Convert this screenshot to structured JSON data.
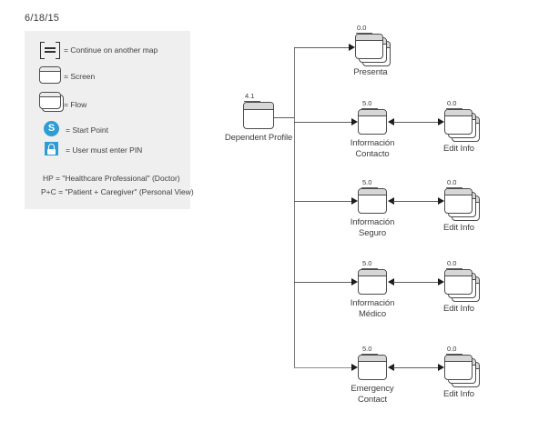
{
  "date": "6/18/15",
  "colors": {
    "accent_blue": "#2e9dd6",
    "legend_bg": "#efefef",
    "line": "#5d5d5d"
  },
  "legend": {
    "items": [
      {
        "icon": "continue-on-another-map-icon",
        "label": "= Continue on another map"
      },
      {
        "icon": "screen-icon",
        "label": "= Screen"
      },
      {
        "icon": "flow-icon",
        "label": "= Flow"
      },
      {
        "icon": "start-point-icon",
        "label": "= Start Point",
        "letter": "S"
      },
      {
        "icon": "pin-lock-icon",
        "label": "= User must enter PIN"
      }
    ],
    "notes": [
      "HP = \"Healthcare Professional\" (Doctor)",
      "P+C = \"Patient + Caregiver\" (Personal View)"
    ]
  },
  "diagram": {
    "root": {
      "num": "4.1",
      "label": "Dependent Profile",
      "type": "screen"
    },
    "rows": [
      {
        "num": "0.0",
        "label": "Presenta",
        "type": "flow"
      },
      {
        "num": "5.0",
        "label": "Información Contacto",
        "type": "screen",
        "edit": {
          "num": "0.0",
          "label": "Edit Info",
          "type": "flow"
        }
      },
      {
        "num": "5.0",
        "label": "Información Seguro",
        "type": "screen",
        "edit": {
          "num": "0.0",
          "label": "Edit Info",
          "type": "flow"
        }
      },
      {
        "num": "5.0",
        "label": "Información Médico",
        "type": "screen",
        "edit": {
          "num": "0.0",
          "label": "Edit Info",
          "type": "flow"
        }
      },
      {
        "num": "5.0",
        "label": "Emergency Contact",
        "type": "screen",
        "edit": {
          "num": "0.0",
          "label": "Edit Info",
          "type": "flow"
        }
      }
    ]
  }
}
